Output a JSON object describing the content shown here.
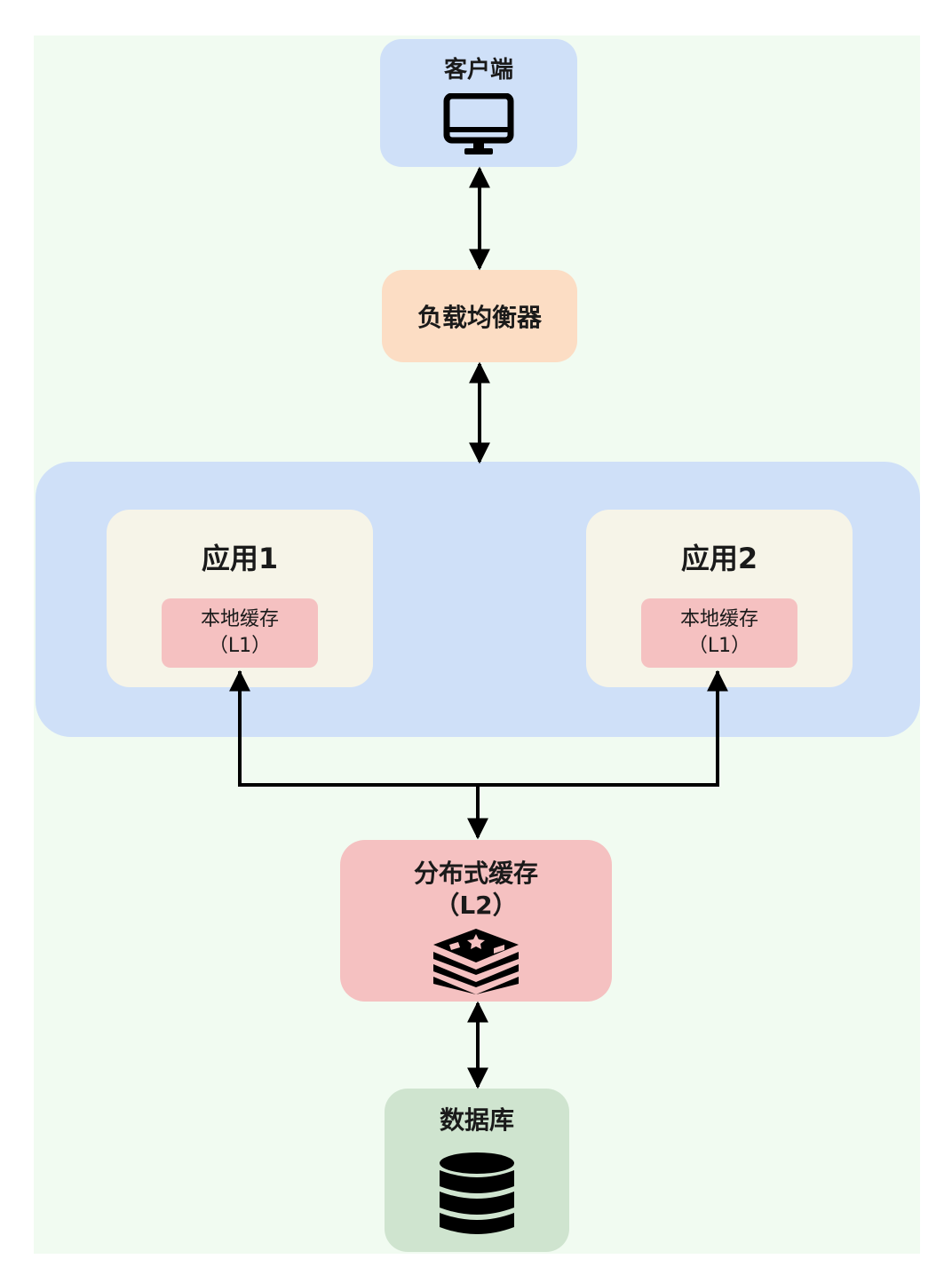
{
  "nodes": {
    "client": {
      "label": "客户端",
      "icon": "monitor-icon"
    },
    "load_balancer": {
      "label": "负载均衡器"
    },
    "app1": {
      "label": "应用1",
      "cache": {
        "line1": "本地缓存",
        "line2": "（L1）"
      }
    },
    "app2": {
      "label": "应用2",
      "cache": {
        "line1": "本地缓存",
        "line2": "（L1）"
      }
    },
    "distributed_cache": {
      "line1": "分布式缓存",
      "line2": "（L2）",
      "icon": "redis-icon"
    },
    "database": {
      "label": "数据库",
      "icon": "database-icon"
    }
  },
  "colors": {
    "background": "#f1fbf1",
    "client": "#cfe0f8",
    "load_balancer": "#fcddc4",
    "app_group": "#cfe0f8",
    "app": "#f6f4e8",
    "cache": "#f5c1c1",
    "database": "#cfe4cf",
    "arrow": "#000000"
  }
}
